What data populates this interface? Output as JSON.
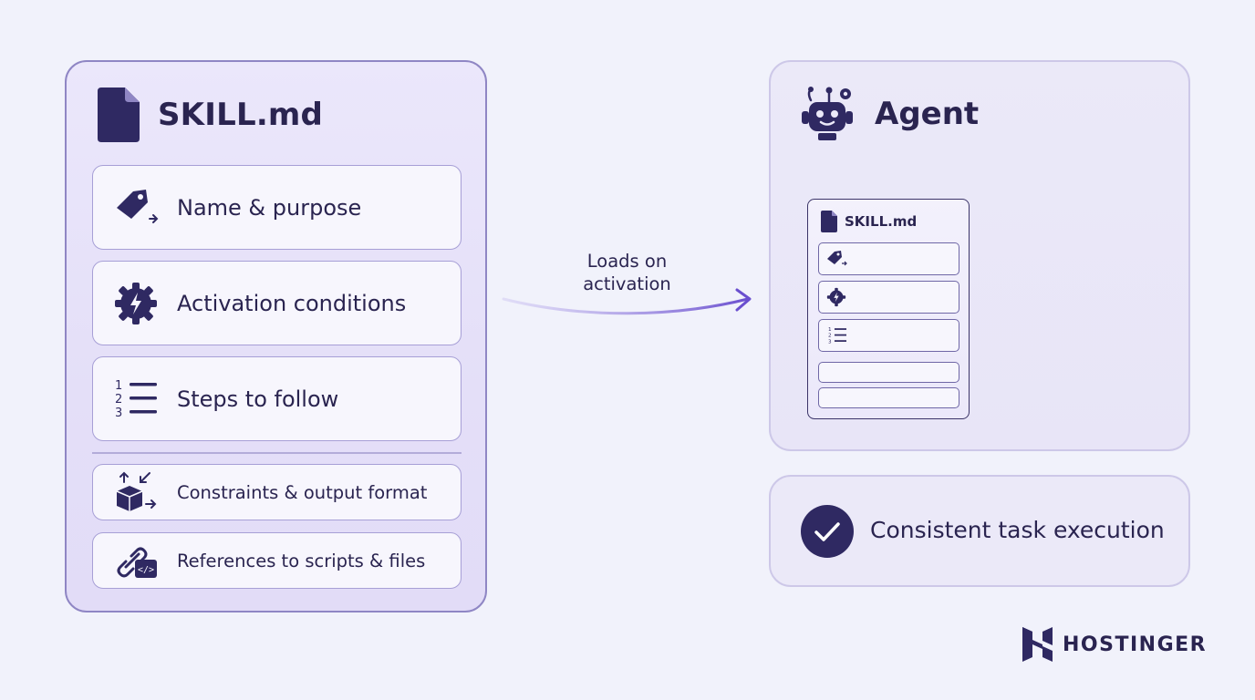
{
  "skill_panel": {
    "title": "SKILL.md",
    "items": [
      {
        "label": "Name & purpose",
        "icon": "tag-icon"
      },
      {
        "label": "Activation conditions",
        "icon": "gear-bolt-icon"
      },
      {
        "label": "Steps to follow",
        "icon": "numbered-list-icon"
      },
      {
        "label": "Constraints & output format",
        "icon": "box-arrows-icon"
      },
      {
        "label": "References to scripts & files",
        "icon": "link-code-icon"
      }
    ]
  },
  "connector": {
    "label_line1": "Loads on",
    "label_line2": "activation"
  },
  "agent_panel": {
    "title": "Agent",
    "mini_doc_title": "SKILL.md"
  },
  "result": {
    "label": "Consistent task execution"
  },
  "brand": {
    "name": "HOSTINGER"
  },
  "colors": {
    "navy": "#2f2962",
    "accent_purple": "#7a5fd4",
    "panel_border": "#8f86c4",
    "background": "#f1f2fb"
  }
}
